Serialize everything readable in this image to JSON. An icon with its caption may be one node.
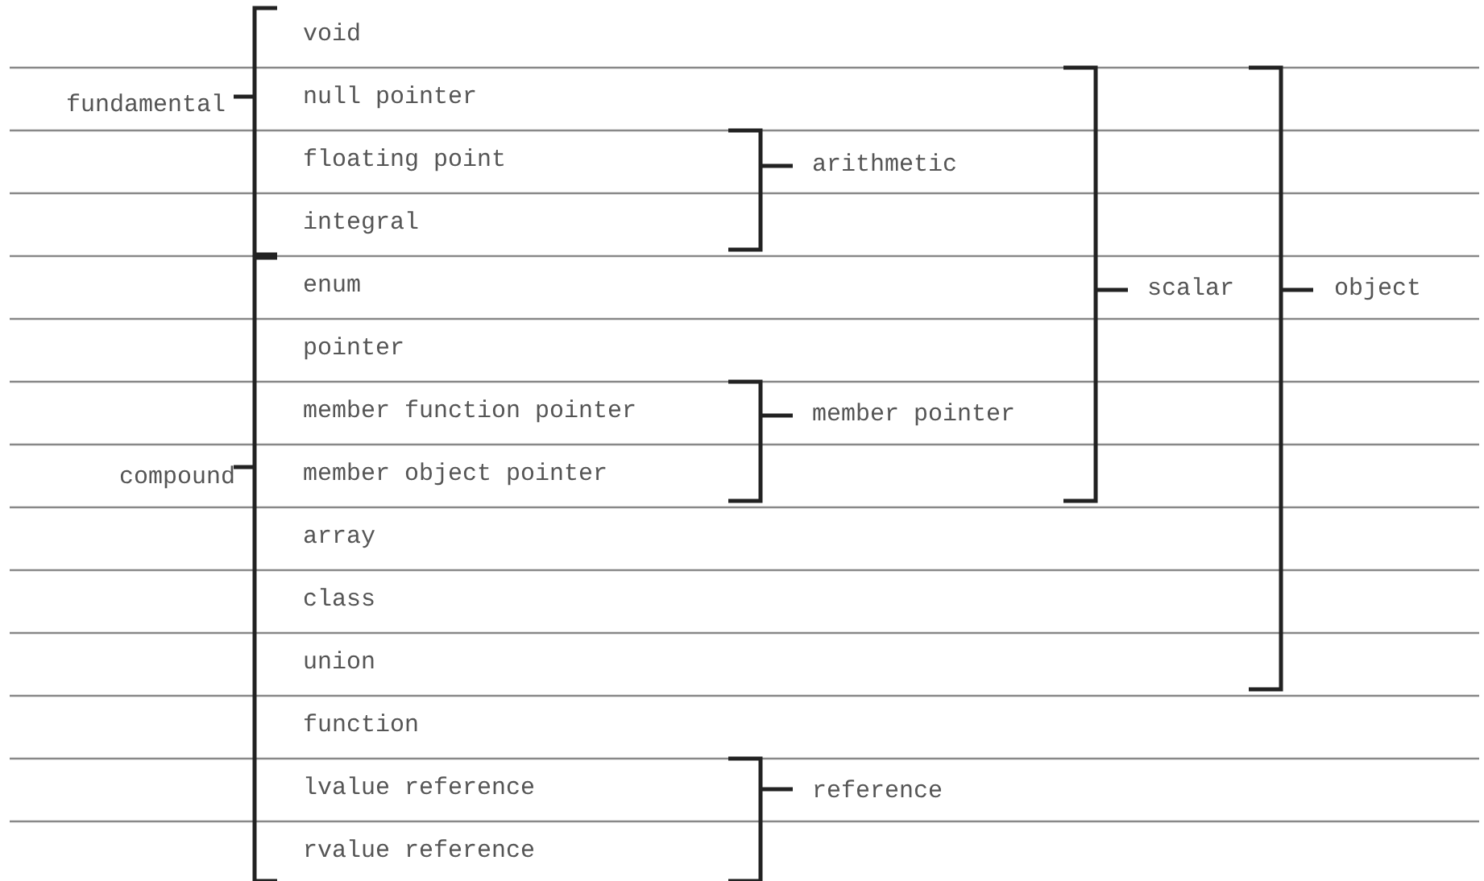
{
  "diagram": {
    "labels": [
      "void",
      "fundamental",
      "null pointer",
      "floating point",
      "arithmetic",
      "integral",
      "enum",
      "scalar",
      "object",
      "pointer",
      "member function pointer",
      "member pointer",
      "compound",
      "member object pointer",
      "array",
      "class",
      "union",
      "function",
      "lvalue reference",
      "reference",
      "rvalue reference"
    ]
  }
}
